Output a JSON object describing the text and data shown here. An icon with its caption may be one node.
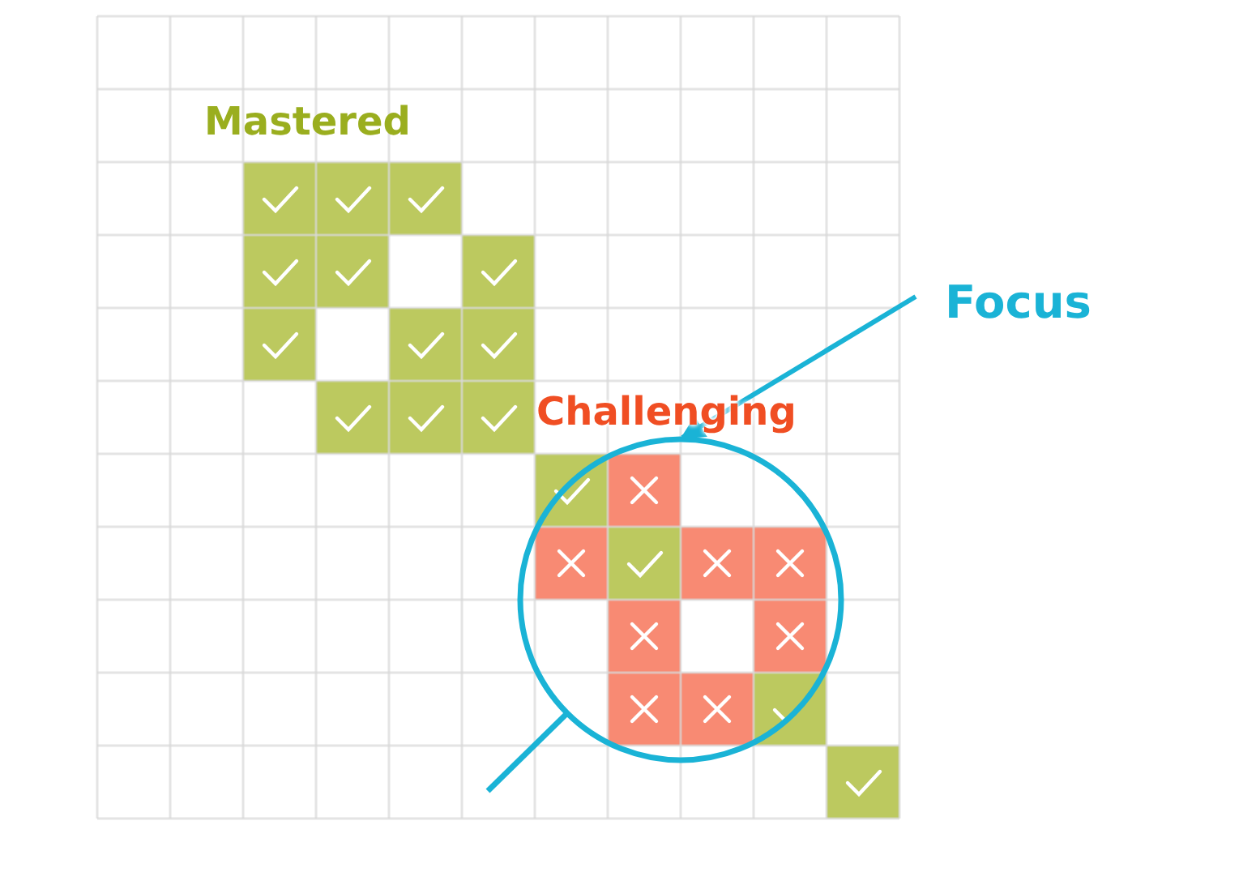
{
  "diagram": {
    "nodes": [
      {
        "text": [
          "Focus"
        ]
      },
      {
        "text": [],
        "shape": "circle"
      }
    ],
    "edges": [
      {
        "from": 0,
        "to": 1,
        "arrow": "to"
      }
    ],
    "labels": [
      "Mastered",
      "Challenging"
    ]
  }
}
